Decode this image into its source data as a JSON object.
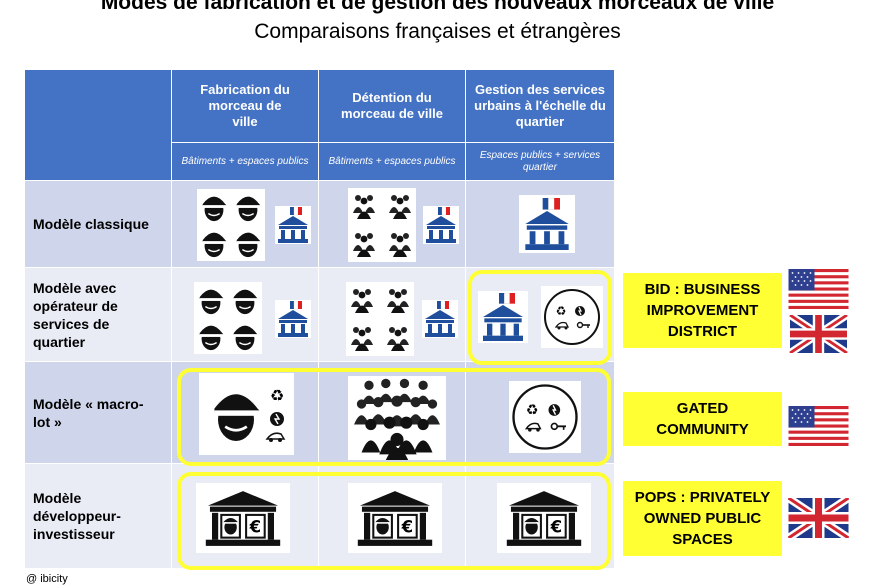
{
  "header": {
    "title": "Modes de fabrication et de gestion des nouveaux morceaux de ville",
    "subtitle": "Comparaisons françaises et étrangères"
  },
  "table": {
    "columns": [
      {
        "label": "Fabrication du morceau de ville",
        "sub": "Bâtiments + espaces publics"
      },
      {
        "label": "Détention du morceau de ville",
        "sub": "Bâtiments + espaces publics"
      },
      {
        "label": "Gestion des services urbains à l'échelle du quartier",
        "sub": "Espaces publics + services quartier"
      }
    ],
    "rows": [
      {
        "label": "Modèle classique"
      },
      {
        "label": "Modèle avec opérateur de services de quartier"
      },
      {
        "label": "Modèle « macro-lot »"
      },
      {
        "label": "Modèle développeur-investisseur"
      }
    ]
  },
  "callouts": [
    {
      "label": "BID : BUSINESS IMPROVEMENT DISTRICT",
      "flags": [
        "us-flag",
        "uk-flag"
      ]
    },
    {
      "label": "GATED COMMUNITY",
      "flags": [
        "us-flag"
      ]
    },
    {
      "label": "POPS : PRIVATELY OWNED PUBLIC SPACES",
      "flags": [
        "uk-flag"
      ]
    }
  ],
  "credit": "@ ibicity",
  "colors": {
    "header_blue": "#4472c4",
    "row_dark": "#cfd5ea",
    "row_light": "#e9ebf5",
    "highlight": "#ffff33",
    "public_blue": "#1f4e9c"
  }
}
